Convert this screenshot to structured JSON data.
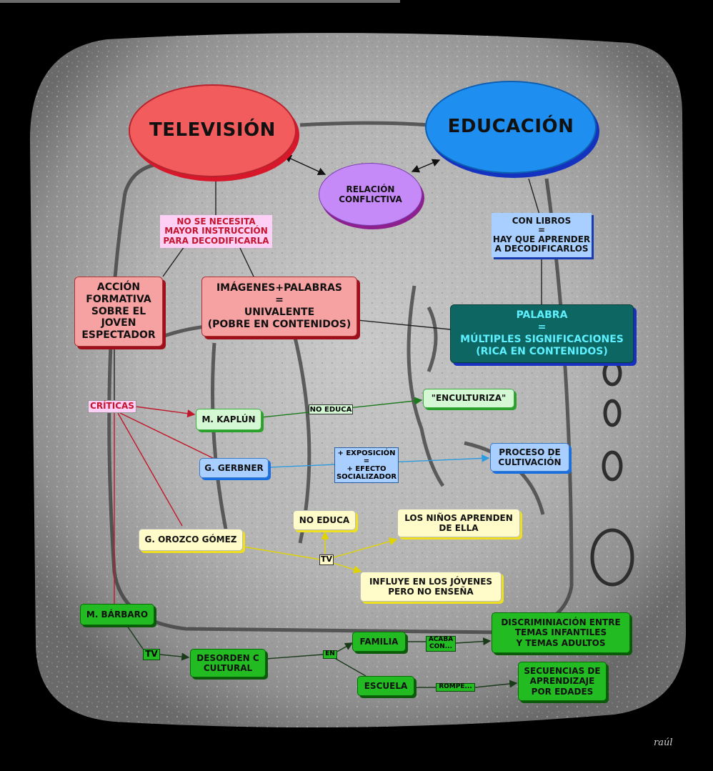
{
  "colors": {
    "television": "#f25c5c",
    "education": "#1e8ff0",
    "relation": "#c58af7",
    "red_box": "#f7a2a2",
    "teal_box": "#0e6662",
    "green_box": "#22bb22",
    "light_green": "#d4f7d4",
    "blue_box": "#a8cfff",
    "yellow_box": "#fffcc9",
    "pink_tag": "#ffd0f5"
  },
  "nodes": {
    "television": "TELEVISIÓN",
    "education": "EDUCACIÓN",
    "relation": "RELACIÓN\nCONFLICTIVA",
    "no_instruction": "NO SE NECESITA\nMAYOR INSTRUCCIÓN\nPARA DECODIFICARLA",
    "books": "CON LIBROS\n=\nHAY QUE APRENDER\nA DECODIFICARLOS",
    "formative_action": "ACCIÓN\nFORMATIVA\nSOBRE EL\nJOVEN\nESPECTADOR",
    "images_words": "IMÁGENES+PALABRAS\n=\nUNIVALENTE\n(POBRE EN CONTENIDOS)",
    "word": "PALABRA\n=\nMÚLTIPLES SIGNIFICACIONES\n(RICA EN CONTENIDOS)",
    "criticisms": "CRÍTICAS",
    "kaplun": "M. KAPLÚN",
    "no_educa_tag": "NO EDUCA",
    "enculturiza": "\"ENCULTURIZA\"",
    "gerbner": "G. GERBNER",
    "exposure": "+ EXPOSICIÓN\n=\n+ EFECTO\nSOCIALIZADOR",
    "cultivation": "PROCESO DE\nCULTIVACIÓN",
    "no_educa": "NO EDUCA",
    "children_learn": "LOS NIÑOS APRENDEN\nDE ELLA",
    "orozco": "G. OROZCO GÓMEZ",
    "tv_yellow": "TV",
    "influye": "INFLUYE EN LOS JÓVENES\nPERO NO ENSEÑA",
    "barbaro": "M. BÁRBARO",
    "tv_green": "TV",
    "desorden": "DESORDEN C\nCULTURAL",
    "en_tag": "EN",
    "familia": "FAMILIA",
    "acaba": "ACABA\nCON...",
    "discrimination": "DISCRIMINIACIÓN ENTRE\nTEMAS INFANTILES\nY TEMAS ADULTOS",
    "escuela": "ESCUELA",
    "rompe": "ROMPE...",
    "sequences": "SECUENCIAS DE\nAPRENDIZAJE\nPOR EDADES"
  },
  "signature": "raúl"
}
